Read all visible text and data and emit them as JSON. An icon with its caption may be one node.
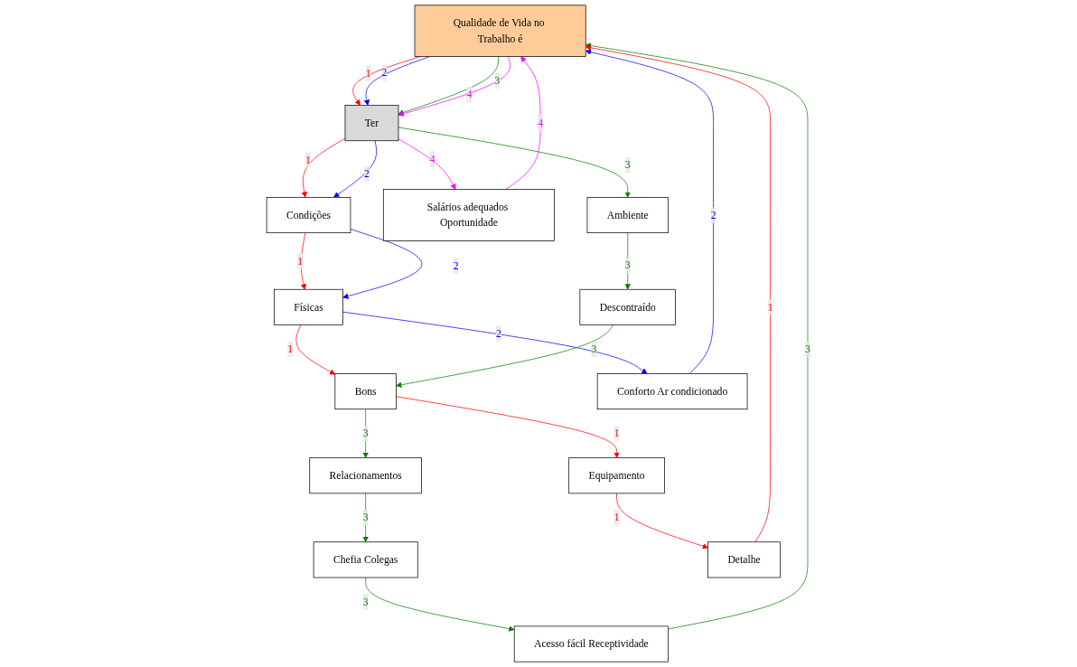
{
  "diagram": {
    "nodes": [
      {
        "text": [
          "Qualidade de Vida no Trabalho é"
        ]
      },
      {
        "text": [
          "Ter"
        ]
      },
      {
        "text": [
          "Condições"
        ]
      },
      {
        "text": [
          "Salários adequados Oportunidade"
        ]
      },
      {
        "text": [
          "Físicas"
        ]
      },
      {
        "text": [
          "Ambiente"
        ]
      },
      {
        "text": [
          "Acesso fácil Receptividade"
        ]
      },
      {
        "text": [
          "Equipamento"
        ]
      },
      {
        "text": [
          "Bons"
        ]
      },
      {
        "text": [
          "Descontraído"
        ]
      },
      {
        "text": [
          "Relacionamentos"
        ]
      },
      {
        "text": [
          "Chefia Colegas"
        ]
      },
      {
        "text": [
          "Detalhe"
        ]
      },
      {
        "text": [
          "Conforto Ar condicionado"
        ]
      }
    ],
    "edges": [
      {
        "from": 0,
        "to": 1,
        "arrow": "to",
        "label": "1",
        "color": "#ff0000"
      },
      {
        "from": 0,
        "to": 1,
        "arrow": "to",
        "label": "2",
        "color": "#0000ff"
      },
      {
        "from": 0,
        "to": 1,
        "arrow": "to",
        "label": "3",
        "color": "#008000"
      },
      {
        "from": 0,
        "to": 1,
        "arrow": "to",
        "label": "4",
        "color": "#ff00ff"
      },
      {
        "from": 1,
        "to": 2,
        "arrow": "to",
        "label": "1",
        "color": "#ff0000"
      },
      {
        "from": 1,
        "to": 2,
        "arrow": "to",
        "label": "2",
        "color": "#0000ff"
      },
      {
        "from": 1,
        "to": 3,
        "arrow": "to",
        "label": "4",
        "color": "#ff00ff"
      },
      {
        "from": 3,
        "to": 0,
        "arrow": "to",
        "label": "4",
        "color": "#ff00ff"
      },
      {
        "from": 1,
        "to": 5,
        "arrow": "to",
        "label": "3",
        "color": "#008000"
      },
      {
        "from": 2,
        "to": 4,
        "arrow": "to",
        "label": "1",
        "color": "#ff0000"
      },
      {
        "from": 2,
        "to": 4,
        "arrow": "to",
        "label": "2",
        "color": "#0000ff"
      },
      {
        "from": 6,
        "to": 0,
        "arrow": "to",
        "label": "3",
        "color": "#008000"
      },
      {
        "from": 4,
        "to": 8,
        "arrow": "to",
        "label": "1",
        "color": "#ff0000"
      },
      {
        "from": 4,
        "to": 13,
        "arrow": "to",
        "label": "2",
        "color": "#0000ff"
      },
      {
        "from": 13,
        "to": 0,
        "arrow": "to",
        "label": "2",
        "color": "#0000ff"
      },
      {
        "from": 5,
        "to": 9,
        "arrow": "to",
        "label": "3",
        "color": "#008000"
      },
      {
        "from": 9,
        "to": 8,
        "arrow": "to",
        "label": "3",
        "color": "#008000"
      },
      {
        "from": 8,
        "to": 7,
        "arrow": "to",
        "label": "1",
        "color": "#ff0000"
      },
      {
        "from": 7,
        "to": 12,
        "arrow": "to",
        "label": "1",
        "color": "#ff0000"
      },
      {
        "from": 12,
        "to": 0,
        "arrow": "to",
        "label": "1",
        "color": "#ff0000"
      },
      {
        "from": 8,
        "to": 10,
        "arrow": "to",
        "label": "3",
        "color": "#008000"
      },
      {
        "from": 10,
        "to": 11,
        "arrow": "to",
        "label": "3",
        "color": "#008000"
      },
      {
        "from": 11,
        "to": 6,
        "arrow": "to",
        "label": "3",
        "color": "#008000"
      }
    ]
  }
}
